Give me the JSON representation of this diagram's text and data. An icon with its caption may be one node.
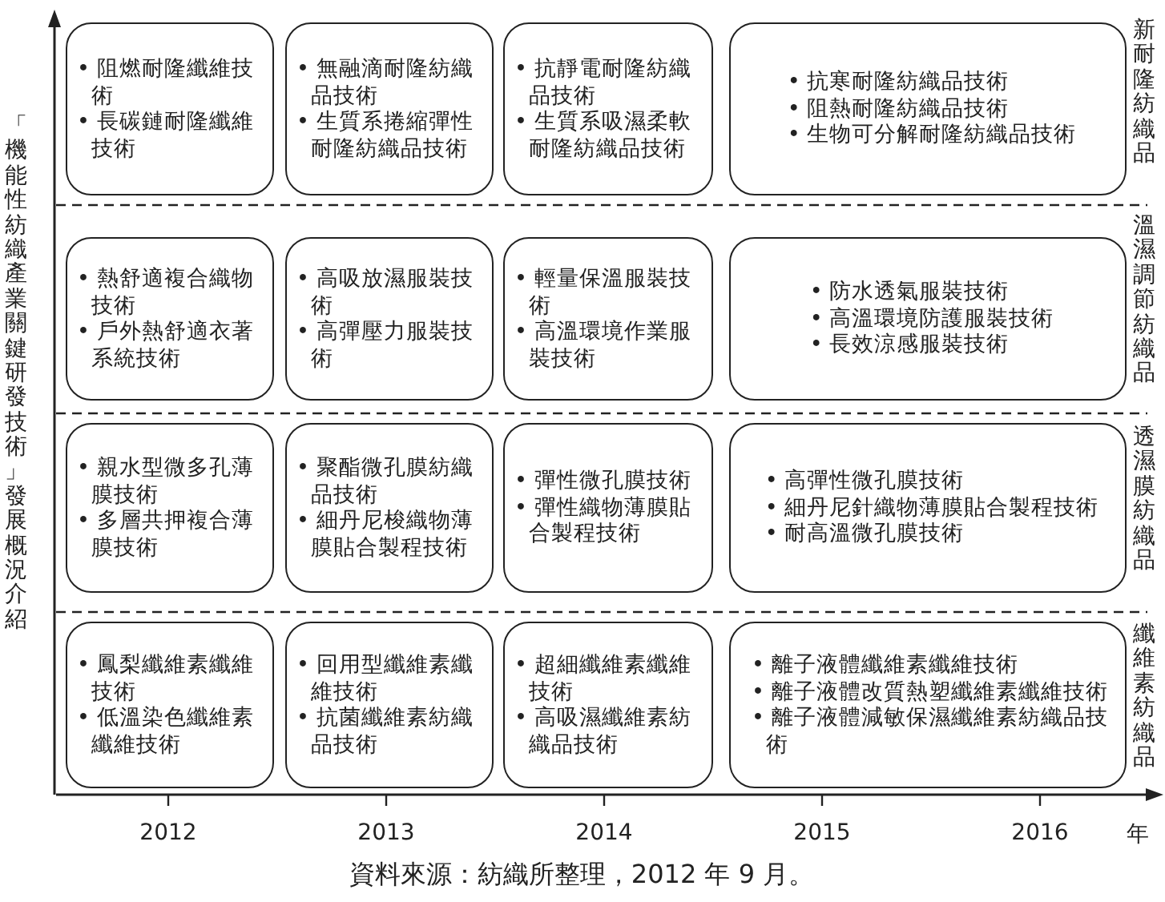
{
  "diagram": {
    "caption": "資料來源：紡織所整理，2012 年 9 月。",
    "nodes": [
      {
        "text": [
          "• 阻燃耐隆纖維技術",
          "• 長碳鏈耐隆纖維技術"
        ]
      },
      {
        "text": [
          "• 無融滴耐隆紡織品技術",
          "• 生質系捲縮彈性耐隆紡織品技術"
        ]
      },
      {
        "text": [
          "• 抗靜電耐隆紡織品技術",
          "• 生質系吸濕柔軟耐隆紡織品技術"
        ]
      },
      {
        "text": [
          "• 抗寒耐隆紡織品技術",
          "• 阻熱耐隆紡織品技術",
          "• 生物可分解耐隆紡織品技術"
        ]
      },
      {
        "text": [
          "• 熱舒適複合織物技術",
          "• 戶外熱舒適衣著系統技術"
        ]
      },
      {
        "text": [
          "• 高吸放濕服裝技術",
          "• 高彈壓力服裝技術"
        ]
      },
      {
        "text": [
          "• 輕量保溫服裝技術",
          "• 高溫環境作業服裝技術"
        ]
      },
      {
        "text": [
          "• 防水透氣服裝技術",
          "• 高溫環境防護服裝技術",
          "• 長效涼感服裝技術"
        ]
      },
      {
        "text": [
          "• 親水型微多孔薄膜技術",
          "• 多層共押複合薄膜技術"
        ]
      },
      {
        "text": [
          "• 聚酯微孔膜紡織品技術",
          "• 細丹尼梭織物薄膜貼合製程技術"
        ]
      },
      {
        "text": [
          "• 彈性微孔膜技術",
          "• 彈性織物薄膜貼合製程技術"
        ]
      },
      {
        "text": [
          "• 高彈性微孔膜技術",
          "• 細丹尼針織物薄膜貼合製程技術",
          "• 耐高溫微孔膜技術"
        ]
      },
      {
        "text": [
          "• 鳳梨纖維素纖維技術",
          "• 低溫染色纖維素纖維技術"
        ]
      },
      {
        "text": [
          "• 回用型纖維素纖維技術",
          "• 抗菌纖維素紡織品技術"
        ]
      },
      {
        "text": [
          "• 超細纖維素纖維技術",
          "• 高吸濕纖維素紡織品技術"
        ]
      },
      {
        "text": [
          "• 離子液體纖維素纖維技術",
          "• 離子液體改質熱塑纖維素纖維技術",
          "• 離子液體減敏保濕纖維素紡織品技術"
        ]
      }
    ],
    "labels": [
      "「機能性紡織產業關鍵研發技術」發展概況介紹",
      "新耐隆紡織品",
      "溫濕調節紡織品",
      "透濕膜紡織品",
      "纖維素紡織品",
      "2012",
      "2013",
      "2014",
      "2015",
      "2016",
      "年"
    ]
  }
}
